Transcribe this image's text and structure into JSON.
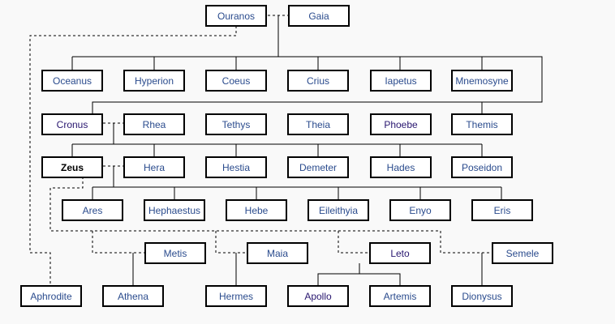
{
  "tree": {
    "ouranos": "Ouranos",
    "gaia": "Gaia",
    "titans": [
      "Oceanus",
      "Hyperion",
      "Coeus",
      "Crius",
      "Iapetus",
      "Mnemosyne"
    ],
    "gen2": [
      "Cronus",
      "Rhea",
      "Tethys",
      "Theia",
      "Phoebe",
      "Themis"
    ],
    "gen3": [
      "Zeus",
      "Hera",
      "Hestia",
      "Demeter",
      "Hades",
      "Poseidon"
    ],
    "gen4": [
      "Ares",
      "Hephaestus",
      "Hebe",
      "Eileithyia",
      "Enyo",
      "Eris"
    ],
    "consorts": [
      "Metis",
      "Maia",
      "Leto",
      "Semele"
    ],
    "gen5": [
      "Aphrodite",
      "Athena",
      "Hermes",
      "Apollo",
      "Artemis",
      "Dionysus"
    ]
  },
  "colors": {
    "link": "#2a4b8d",
    "visited_link": "#28166f",
    "line": "#000000",
    "background": "#f9f9f9"
  }
}
